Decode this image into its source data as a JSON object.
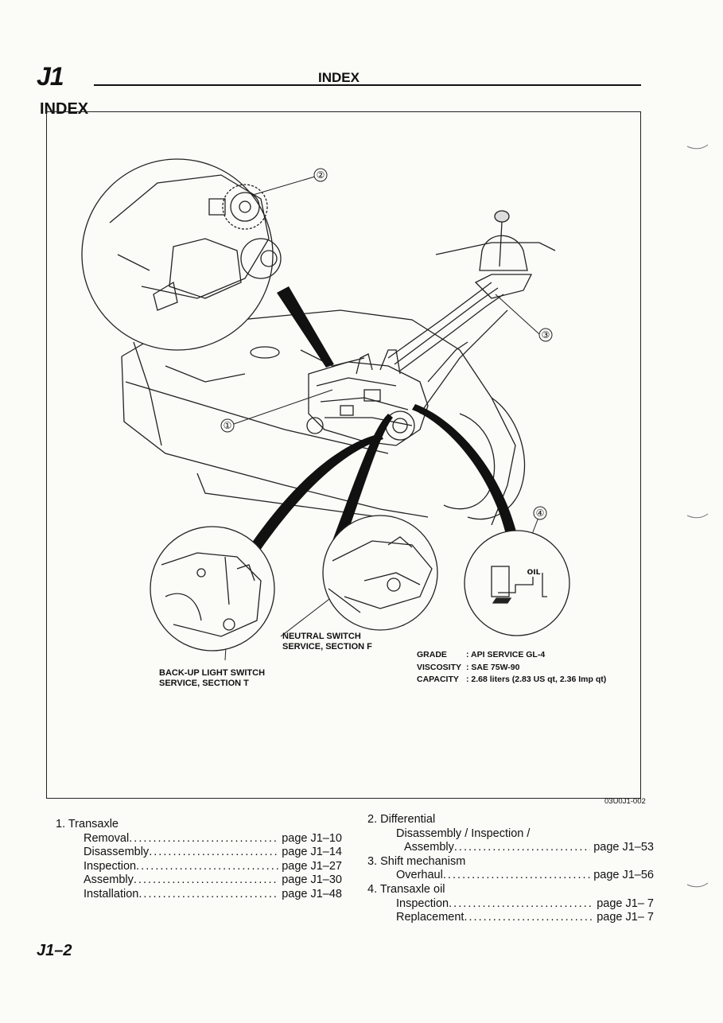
{
  "header": {
    "section_code": "J1",
    "title": "INDEX"
  },
  "index_heading": "INDEX",
  "figure": {
    "code": "03U0J1-002",
    "callout_numbers": [
      "①",
      "②",
      "③",
      "④"
    ],
    "oil_label": "OIL",
    "neutral_switch_label": "NEUTRAL SWITCH\nSERVICE, SECTION F",
    "backup_switch_label": "BACK-UP LIGHT SWITCH\nSERVICE, SECTION T",
    "specs": [
      {
        "key": "GRADE",
        "value": ": API SERVICE GL-4"
      },
      {
        "key": "VISCOSITY",
        "value": ": SAE 75W-90"
      },
      {
        "key": "CAPACITY",
        "value": ": 2.68 liters (2.83 US qt, 2.36 Imp qt)"
      }
    ]
  },
  "index_left": {
    "heading": "1. Transaxle",
    "items": [
      {
        "label": "Removal",
        "page": "page J1–10"
      },
      {
        "label": "Disassembly",
        "page": "page J1–14"
      },
      {
        "label": "Inspection",
        "page": "page J1–27"
      },
      {
        "label": "Assembly",
        "page": "page J1–30"
      },
      {
        "label": "Installation",
        "page": "page J1–48"
      }
    ]
  },
  "index_right": {
    "differential_heading": "2. Differential",
    "differential_line1": "Disassembly / Inspection /",
    "differential_item": {
      "label": "Assembly",
      "page": "page J1–53"
    },
    "shift_heading": "3. Shift mechanism",
    "shift_item": {
      "label": "Overhaul",
      "page": "page J1–56"
    },
    "oil_heading": "4. Transaxle oil",
    "oil_items": [
      {
        "label": "Inspection",
        "page": "page J1– 7"
      },
      {
        "label": "Replacement",
        "page": "page J1– 7"
      }
    ]
  },
  "footer": {
    "page_number": "J1–2"
  }
}
